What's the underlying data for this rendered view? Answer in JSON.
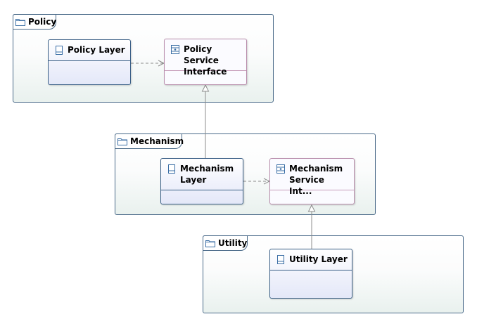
{
  "packages": {
    "policy": {
      "label": "Policy"
    },
    "mechanism": {
      "label": "Mechanism"
    },
    "utility": {
      "label": "Utility"
    }
  },
  "classes": {
    "policy_layer": {
      "label": "Policy Layer",
      "icon": "component-icon"
    },
    "policy_service_interface": {
      "label": "Policy Service\nInterface",
      "icon": "interface-icon"
    },
    "mechanism_layer": {
      "label": "Mechanism\nLayer",
      "icon": "component-icon"
    },
    "mechanism_service_interface": {
      "label": "Mechanism\nService Int...",
      "icon": "interface-icon"
    },
    "utility_layer": {
      "label": "Utility Layer",
      "icon": "component-icon"
    }
  },
  "relations": [
    {
      "from": "Policy Layer",
      "to": "Policy Service Interface",
      "kind": "dependency"
    },
    {
      "from": "Mechanism Layer",
      "to": "Mechanism Service Interface",
      "kind": "dependency"
    },
    {
      "from": "Mechanism Layer",
      "to": "Policy Service Interface",
      "kind": "realization"
    },
    {
      "from": "Utility Layer",
      "to": "Mechanism Service Interface",
      "kind": "realization"
    }
  ],
  "colors": {
    "package_border": "#4a6a89",
    "class_border": "#3a5f86",
    "interface_border": "#b88cab",
    "edge": "#8c8c8c"
  }
}
